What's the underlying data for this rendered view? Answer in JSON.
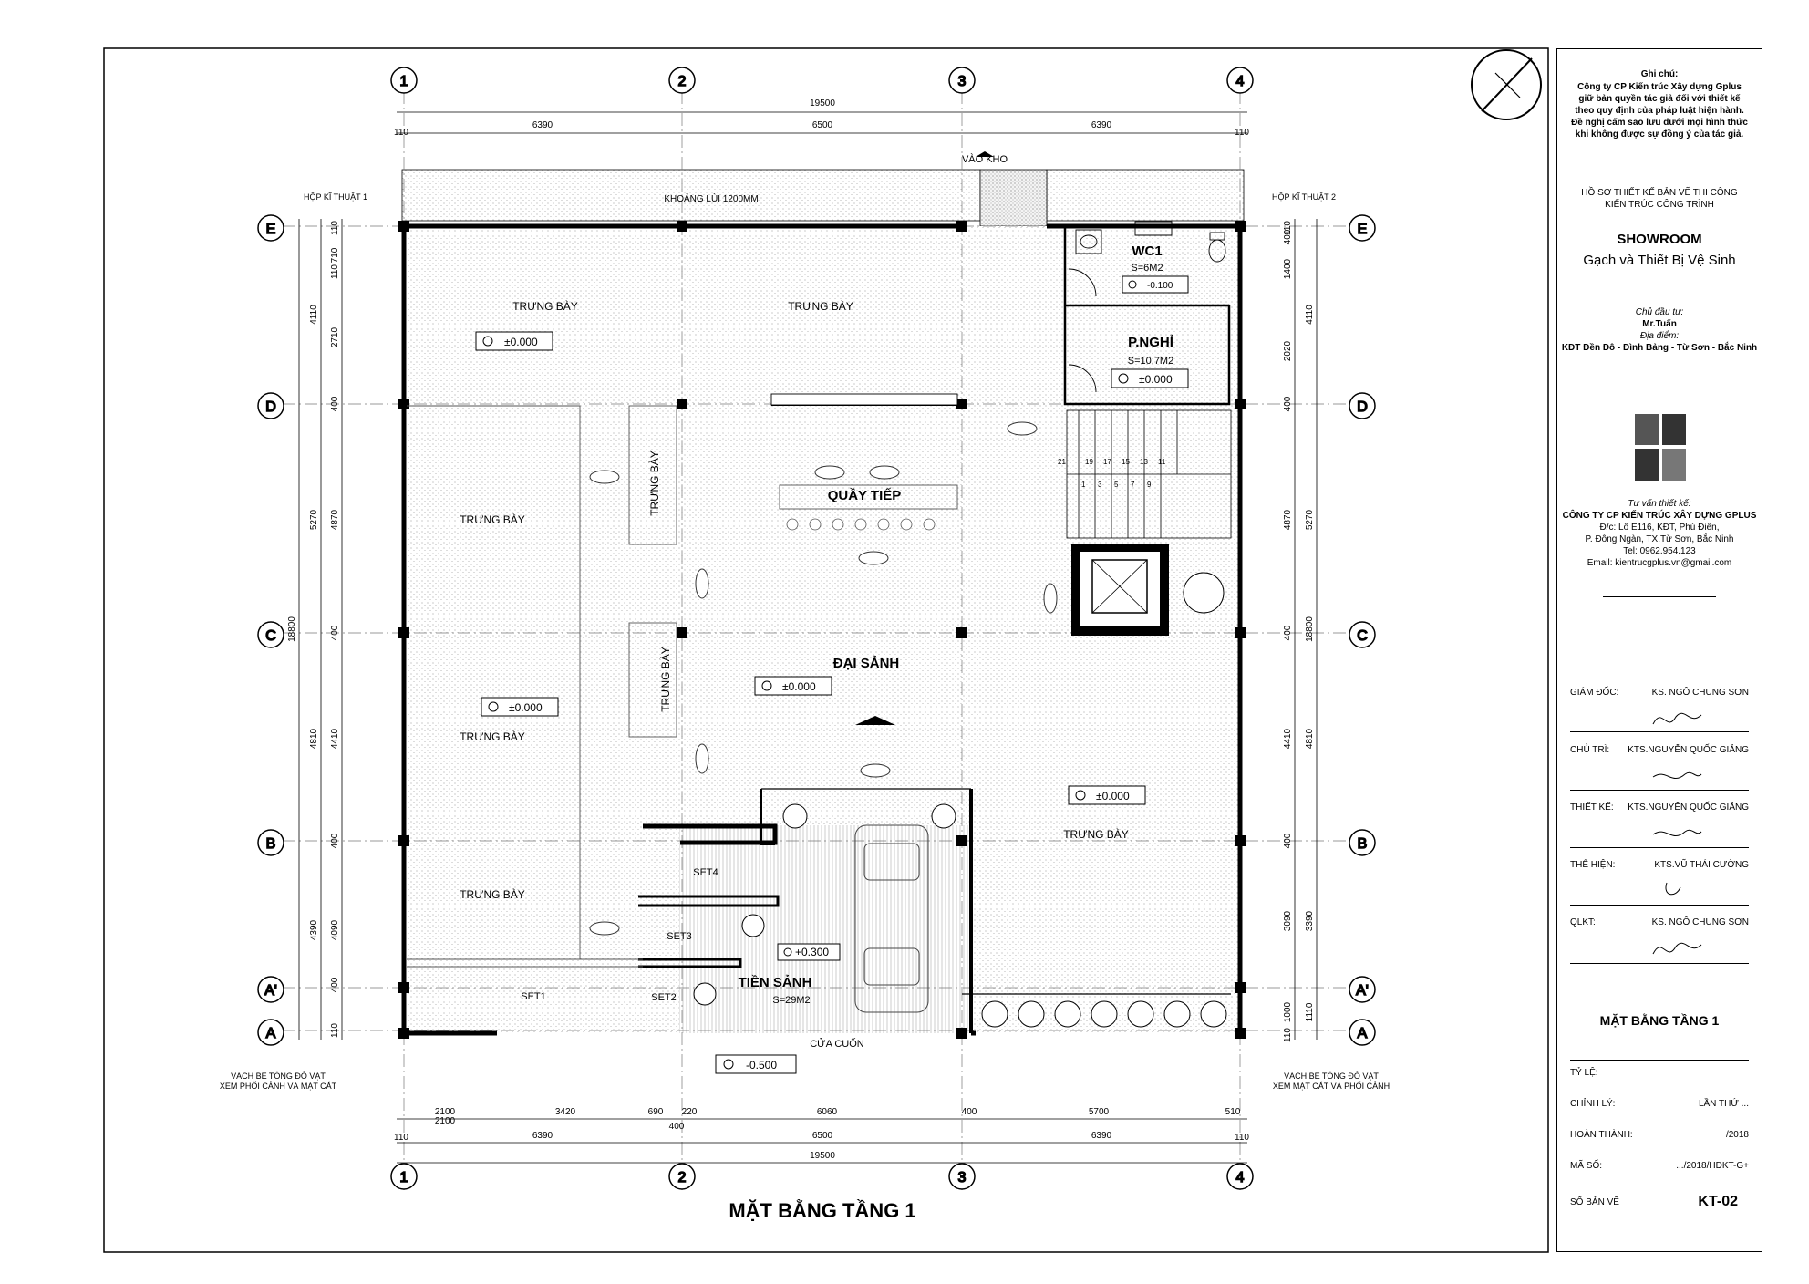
{
  "plan": {
    "title": "MẶT BẰNG TẦNG 1",
    "axes_vertical": [
      "1",
      "2",
      "3",
      "4"
    ],
    "axes_horizontal": [
      "E",
      "D",
      "C",
      "B",
      "A'",
      "A"
    ],
    "dims_top_total": "19500",
    "dims_top_spans": [
      "6390",
      "6500",
      "6390"
    ],
    "dims_top_edge": [
      "110",
      "110"
    ],
    "dims_bottom_detail": [
      "2100",
      "3420",
      "690",
      "220",
      "6060",
      "400",
      "5700",
      "510"
    ],
    "dims_bottom_extra": [
      "2100",
      "400"
    ],
    "dims_bottom_spans": [
      "6390",
      "6500",
      "6390"
    ],
    "dims_bottom_edge": [
      "110",
      "110"
    ],
    "dims_bottom_total": "19500",
    "dims_left_total": "18800",
    "dims_left_spans": [
      "4110",
      "5270",
      "4810",
      "4390"
    ],
    "dims_left_detail": [
      "110",
      "710",
      "110",
      "2710",
      "400",
      "4870",
      "400",
      "4410",
      "400",
      "4090",
      "400",
      "110"
    ],
    "dims_right_total": "18800",
    "dims_right_spans": [
      "4110",
      "5270",
      "4810",
      "3390",
      "1110"
    ],
    "dims_right_detail": [
      "110",
      "400",
      "1400",
      "2020",
      "400",
      "4870",
      "400",
      "4410",
      "400",
      "3090",
      "1000",
      "110"
    ],
    "labels": {
      "vao_kho": "VÀO KHO",
      "khoang_lui": "KHOẢNG LÙI 1200MM",
      "hop_kt1": "HỘP KĨ THUẬT 1",
      "hop_kt2": "HỘP KĨ THUẬT 2",
      "trung_bay": "TRƯNG BÀY",
      "quay_tiep": "QUẦY TIẾP",
      "dai_sanh": "ĐẠI SẢNH",
      "tien_sanh": "TIỀN SẢNH",
      "tien_sanh_area": "S=29M2",
      "wc1": "WC1",
      "wc1_area": "S=6M2",
      "p_nghi": "P.NGHỈ",
      "p_nghi_area": "S=10.7M2",
      "cua_cuon": "CỬA CUỐN",
      "set1": "SET1",
      "set2": "SET2",
      "set3": "SET3",
      "set4": "SET4",
      "vach_be_1": "VÁCH BÊ TÔNG ĐỎ VẬT",
      "vach_be_2": "XEM PHỐI CẢNH VÀ MẶT CẮT",
      "vach_be_r1": "VÁCH BÊ TÔNG ĐỎ VẬT",
      "vach_be_r2": "XEM MẶT CẮT VÀ PHỐI CẢNH"
    },
    "levels": {
      "l000": "±0.000",
      "lwc": "-0.100",
      "l300": "+0.300",
      "l500": "-0.500"
    },
    "stair_numbers_top": [
      "21",
      "19",
      "17",
      "15",
      "13",
      "11"
    ],
    "stair_numbers_row": [
      "1",
      "3",
      "5",
      "7",
      "9"
    ]
  },
  "title_block": {
    "note_title": "Ghi chú:",
    "note_lines": [
      "Công ty CP Kiến trúc Xây dựng Gplus",
      "giữ bản quyền tác giả đối với thiết kế",
      "theo quy định của pháp luật hiện hành.",
      "Đề nghị cấm sao lưu dưới mọi hình thức",
      "khi không được sự đồng ý của tác giả."
    ],
    "project_kind_1": "HỒ SƠ THIẾT KẾ BẢN VẼ THI CÔNG",
    "project_kind_2": "KIẾN TRÚC CÔNG TRÌNH",
    "project_name": "SHOWROOM",
    "project_sub": "Gạch và Thiết Bị Vệ Sinh",
    "owner_label": "Chủ đầu tư:",
    "owner": "Mr.Tuấn",
    "location_label": "Địa điểm:",
    "location": "KĐT Đền Đô - Đình Bảng - Từ Sơn - Bắc Ninh",
    "consult_label": "Tư vấn thiết kế:",
    "consult_name": "CÔNG TY CP KIẾN TRÚC XÂY DỰNG GPLUS",
    "consult_addr1": "Đ/c: Lô E116, KĐT, Phú Điền,",
    "consult_addr2": "P. Đông Ngàn, TX.Từ Sơn, Bắc Ninh",
    "consult_tel": "Tel: 0962.954.123",
    "consult_email": "Email: kientrucgplus.vn@gmail.com",
    "roles": [
      {
        "k": "GIÁM ĐỐC:",
        "v": "KS. NGÔ CHUNG SƠN"
      },
      {
        "k": "CHỦ TRÌ:",
        "v": "KTS.NGUYỄN QUỐC GIẢNG"
      },
      {
        "k": "THIẾT KẾ:",
        "v": "KTS.NGUYỄN QUỐC GIẢNG"
      },
      {
        "k": "THỂ HIỆN:",
        "v": "KTS.VŨ THÁI CƯỜNG"
      },
      {
        "k": "QLKT:",
        "v": "KS. NGÔ CHUNG SƠN"
      }
    ],
    "sheet_title": "MẶT BẰNG TẦNG 1",
    "scale_k": "TỶ LỆ:",
    "scale_v": "",
    "rev_k": "CHỈNH LÝ:",
    "rev_v": "LẦN THỨ ...",
    "done_k": "HOÀN THÀNH:",
    "done_v": "/2018",
    "code_k": "MÃ SỐ:",
    "code_v": ".../2018/HĐKT-G+",
    "sheet_no_k": "SỐ BẢN VẼ",
    "sheet_no_v": "KT-02"
  }
}
